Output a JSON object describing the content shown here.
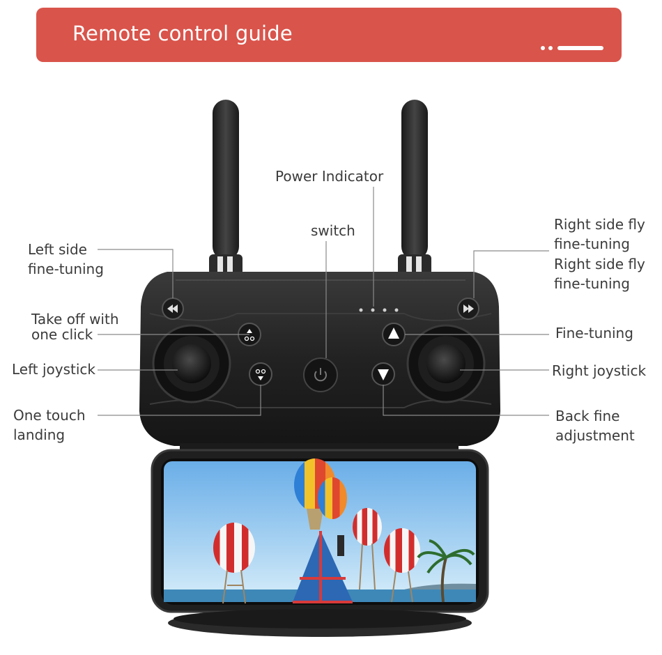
{
  "header": {
    "title": "Remote control guide",
    "accent_color": "#d9544b"
  },
  "labels": {
    "power_indicator": "Power Indicator",
    "switch": "switch",
    "left_side_fine_tuning_1": "Left side",
    "left_side_fine_tuning_2": "fine-tuning",
    "take_off_1": "Take off with",
    "take_off_2": "one click",
    "left_joystick": "Left joystick",
    "one_touch_landing_1": "One touch",
    "one_touch_landing_2": "landing",
    "right_side_fly_a_1": "Right side fly",
    "right_side_fly_a_2": "fine-tuning",
    "right_side_fly_b_1": "Right side fly",
    "right_side_fly_b_2": "fine-tuning",
    "fine_tuning": "Fine-tuning",
    "right_joystick": "Right joystick",
    "back_fine_1": "Back fine",
    "back_fine_2": "adjustment"
  },
  "icons": [
    "antenna-icon",
    "rewind-icon",
    "fast-forward-icon",
    "takeoff-icon",
    "landing-icon",
    "power-icon",
    "up-arrow-icon",
    "down-arrow-icon",
    "joystick-icon",
    "hot-air-balloon-icon",
    "palm-tree-icon"
  ]
}
